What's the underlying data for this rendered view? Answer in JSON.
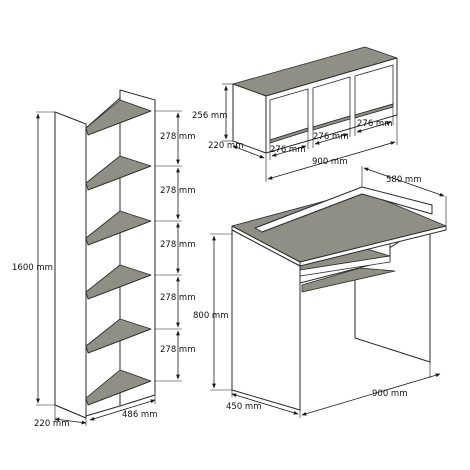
{
  "bookcase": {
    "height_label": "1600 mm",
    "depth_label": "220 mm",
    "width_label": "486 mm",
    "spacing_labels": [
      "278 mm",
      "278 mm",
      "278 mm",
      "278 mm",
      "278 mm"
    ]
  },
  "wall_shelf": {
    "height_label": "256 mm",
    "depth_label": "220 mm",
    "compartment_labels": [
      "276 mm",
      "276 mm",
      "276 mm"
    ],
    "width_label": "900 mm"
  },
  "desk": {
    "depth_label": "580 mm",
    "height_label": "800 mm",
    "side_depth_label": "450 mm",
    "width_label": "900 mm"
  },
  "colors": {
    "shelf_fill": "#8f8f86",
    "outline": "#2a2a2a",
    "background": "#ffffff"
  }
}
